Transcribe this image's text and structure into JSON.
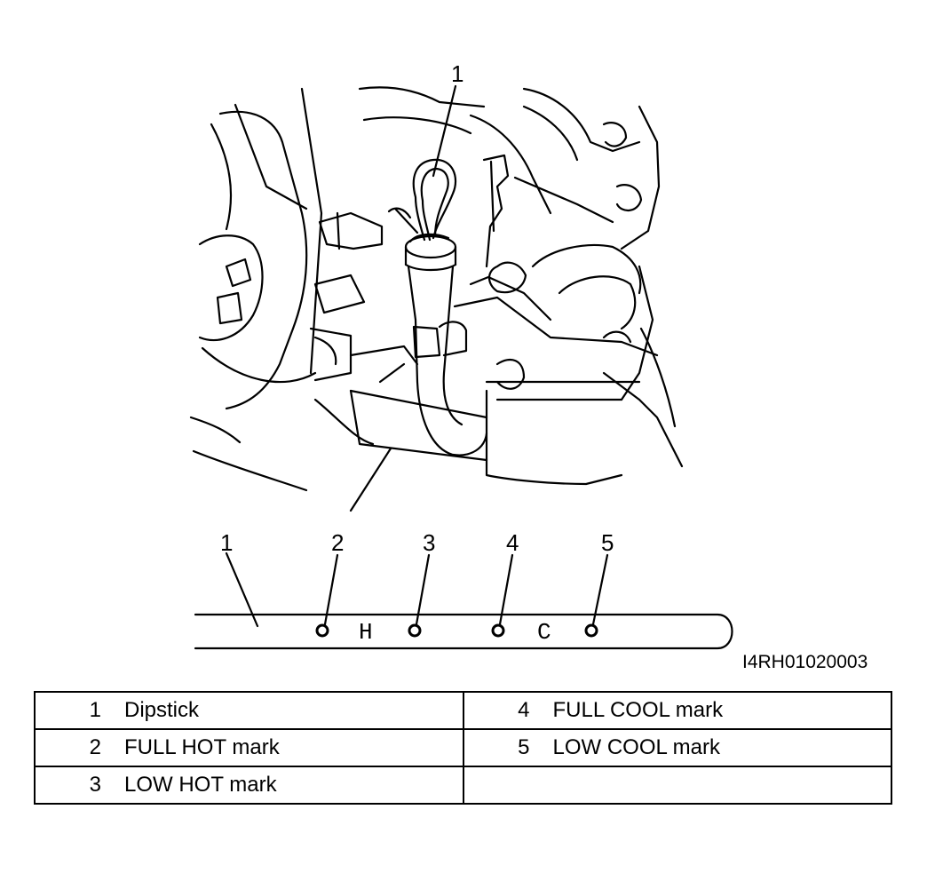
{
  "figure": {
    "callouts": {
      "top_dipstick": "1",
      "strip_1": "1",
      "strip_2": "2",
      "strip_3": "3",
      "strip_4": "4",
      "strip_5": "5"
    },
    "mark_letters": {
      "hot": "H",
      "cool": "C"
    },
    "figure_code": "I4RH01020003"
  },
  "legend": {
    "rows": [
      [
        {
          "num": "1",
          "label": "Dipstick"
        },
        {
          "num": "4",
          "label": "FULL COOL mark"
        }
      ],
      [
        {
          "num": "2",
          "label": "FULL HOT mark"
        },
        {
          "num": "5",
          "label": "LOW COOL mark"
        }
      ],
      [
        {
          "num": "3",
          "label": "LOW HOT mark"
        },
        {
          "num": "",
          "label": ""
        }
      ]
    ]
  }
}
